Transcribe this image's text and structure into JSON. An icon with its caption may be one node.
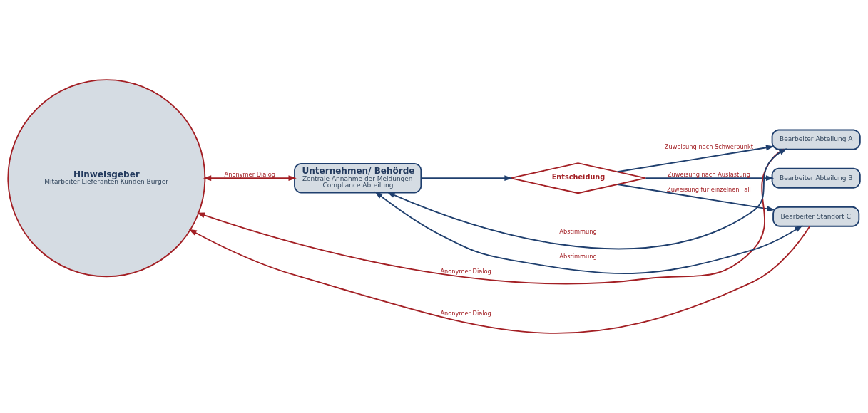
{
  "diagram": {
    "nodes": [
      {
        "text": [
          "Hinweisgeber",
          "Mitarbeiter Lieferanten Kunden Bürger"
        ]
      },
      {
        "text": [
          "Unternehmen/ Behörde",
          "Zentrale Annahme der Meldungen",
          "Compliance Abteilung"
        ]
      },
      {
        "text": [
          "Entscheidung"
        ]
      },
      {
        "text": [
          "Bearbeiter Abteilung A"
        ]
      },
      {
        "text": [
          "Bearbeiter Abteilung B"
        ]
      },
      {
        "text": [
          "Bearbeiter Standort C"
        ]
      }
    ],
    "edges": [
      {
        "from": 3,
        "to": 0,
        "arrow": "to",
        "label": "Anonymer Dialog",
        "color": "#a31f24"
      },
      {
        "from": 3,
        "to": 1,
        "arrow": "both",
        "label": "Abstimmung"
      },
      {
        "from": 0,
        "to": 1,
        "arrow": "both",
        "label": "Anonymer Dialog",
        "color": "#a31f24"
      },
      {
        "from": 1,
        "to": 2,
        "arrow": "to"
      },
      {
        "from": 2,
        "to": 3,
        "arrow": "to",
        "label": "Zuweisung nach Schwerpunkt"
      },
      {
        "from": 2,
        "to": 4,
        "arrow": "to",
        "label": "Zuweisung nach Auslastung"
      },
      {
        "from": 2,
        "to": 5,
        "arrow": "to",
        "label": "Zuweisung für einzelnen Fall"
      },
      {
        "from": 5,
        "to": 1,
        "arrow": "both",
        "label": "Abstimmung"
      },
      {
        "from": 5,
        "to": 0,
        "arrow": "to",
        "label": "Anonymer Dialog",
        "color": "#a31f24"
      }
    ]
  }
}
